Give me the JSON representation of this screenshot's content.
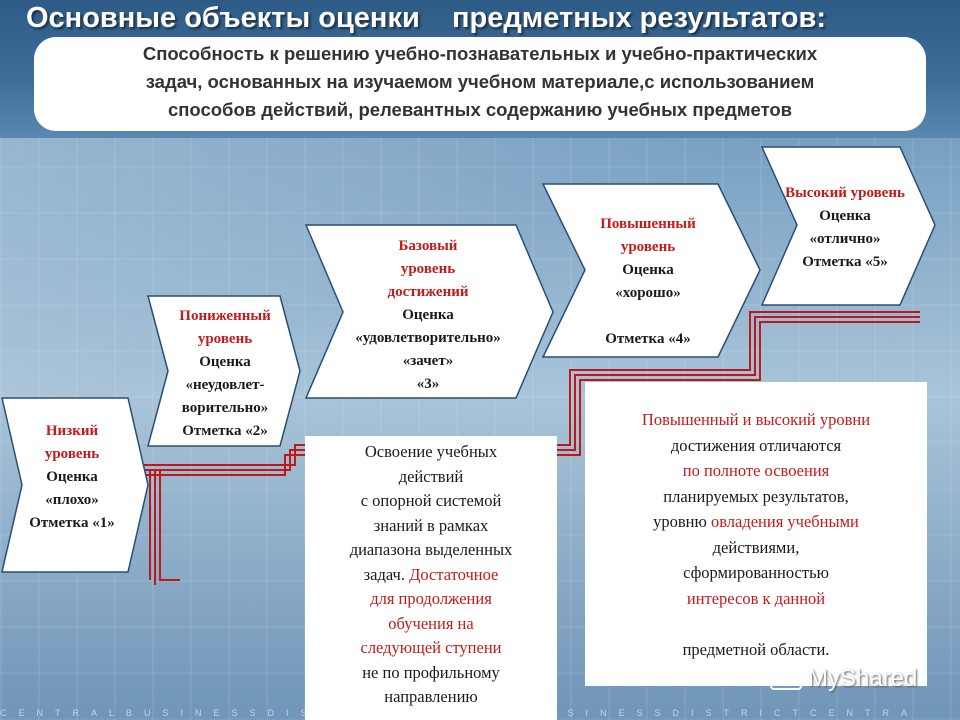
{
  "title": "Основные объекты оценки    предметных результатов:",
  "intro": [
    "Способность к решению учебно-познавательных и учебно-практических",
    "задач, основанных на изучаемом учебном материале,с использованием",
    "способов действий, релевантных содержанию учебных предметов"
  ],
  "levels": [
    {
      "lines": [
        {
          "t": "Низкий",
          "c": "red"
        },
        {
          "t": "уровень",
          "c": "red"
        },
        {
          "t": "Оценка",
          "c": "blk"
        },
        {
          "t": "«плохо»",
          "c": "blk"
        },
        {
          "t": "Отметка «1»",
          "c": "blk"
        }
      ]
    },
    {
      "lines": [
        {
          "t": "Пониженный",
          "c": "red"
        },
        {
          "t": "уровень",
          "c": "red"
        },
        {
          "t": "Оценка",
          "c": "blk"
        },
        {
          "t": "«неудовлет-",
          "c": "blk"
        },
        {
          "t": "ворительно»",
          "c": "blk"
        },
        {
          "t": "Отметка «2»",
          "c": "blk"
        }
      ]
    },
    {
      "lines": [
        {
          "t": "Базовый",
          "c": "red"
        },
        {
          "t": "уровень",
          "c": "red"
        },
        {
          "t": "достижений",
          "c": "red"
        },
        {
          "t": "Оценка",
          "c": "blk"
        },
        {
          "t": "«удовлетворительно»",
          "c": "blk"
        },
        {
          "t": "«зачет»",
          "c": "blk"
        },
        {
          "t": "«3»",
          "c": "blk"
        }
      ]
    },
    {
      "lines": [
        {
          "t": "Повышенный",
          "c": "red"
        },
        {
          "t": "уровень",
          "c": "red"
        },
        {
          "t": "Оценка",
          "c": "blk"
        },
        {
          "t": "«хорошо»",
          "c": "blk"
        },
        {
          "t": "",
          "c": "blk"
        },
        {
          "t": "Отметка «4»",
          "c": "blk"
        }
      ]
    },
    {
      "lines": [
        {
          "t": "Высокий уровень",
          "c": "red"
        },
        {
          "t": "Оценка",
          "c": "blk"
        },
        {
          "t": "«отлично»",
          "c": "blk"
        },
        {
          "t": "Отметка «5»",
          "c": "blk"
        }
      ]
    }
  ],
  "basic_box": [
    {
      "t": "Освоение учебных",
      "c": "blk"
    },
    {
      "t": "действий",
      "c": "blk"
    },
    {
      "t": "с опорной системой",
      "c": "blk"
    },
    {
      "t": "знаний в рамках",
      "c": "blk"
    },
    {
      "t": "диапазона выделенных",
      "c": "blk"
    },
    {
      "t": "задач.",
      "c": "blk",
      "t2": " Достаточное",
      "c2": "red"
    },
    {
      "t": "для продолжения",
      "c": "red"
    },
    {
      "t": "обучения на",
      "c": "red"
    },
    {
      "t": "следующей ступени",
      "c": "red"
    },
    {
      "t": "не по профильному",
      "c": "blk"
    },
    {
      "t": "направлению",
      "c": "blk"
    }
  ],
  "high_box": [
    {
      "t": "Повышенный и высокий уровни",
      "c": "red"
    },
    {
      "t": "достижения отличаются",
      "c": "blk"
    },
    {
      "t": "по полноте освоения",
      "c": "red"
    },
    {
      "t": "планируемых результатов,",
      "c": "blk"
    },
    {
      "t": "уровню",
      "c": "blk",
      "t2": " овладения учебными",
      "c2": "red"
    },
    {
      "t": "действиями,",
      "c": "blk"
    },
    {
      "t": "сформированностью",
      "c": "blk"
    },
    {
      "t": "интересов к данной",
      "c": "red"
    },
    {
      "t": "",
      "c": "blk"
    },
    {
      "t": "предметной  области.",
      "c": "blk"
    }
  ],
  "watermark": "MyShared",
  "footer": "CENTRALBUSINESSDISTRICTCENTRALBUSINESSDISTRICTCENTRA"
}
